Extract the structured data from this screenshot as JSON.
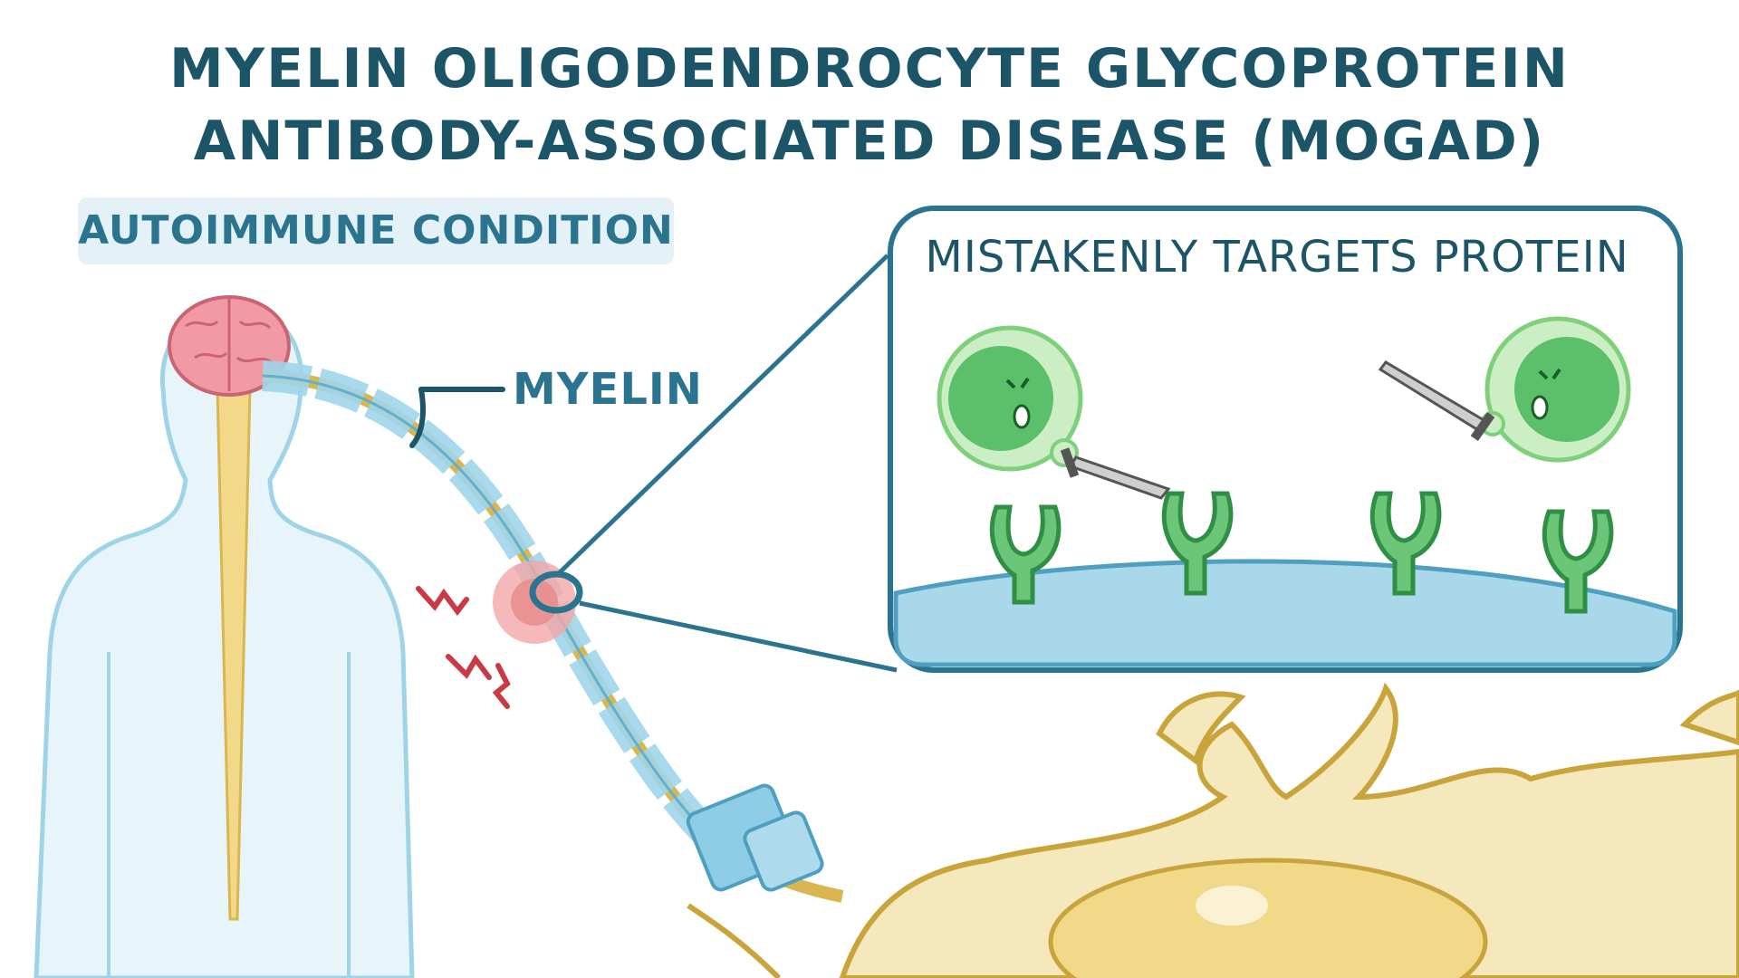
{
  "title": {
    "line1": "MYELIN OLIGODENDROCYTE GLYCOPROTEIN",
    "line2": "ANTIBODY-ASSOCIATED DISEASE (MOGAD)"
  },
  "tag": {
    "label": "AUTOIMMUNE CONDITION"
  },
  "labels": {
    "myelin": "MYELIN"
  },
  "inset": {
    "title": "MISTAKENLY TARGETS PROTEIN"
  },
  "colors": {
    "title": "#1d5568",
    "accent": "#2b7490",
    "body_fill": "#e7f4fa",
    "myelin": "#8fcde6",
    "protein": "#5cc06a",
    "cell": "#7fd07a",
    "inflammation": "#e88a8a",
    "neuron": "#f4e4b0"
  },
  "icons": [
    "brain-icon",
    "spinal-cord-icon",
    "immune-cell-icon",
    "sword-icon",
    "protein-receptor-icon",
    "pain-signal-icon"
  ]
}
